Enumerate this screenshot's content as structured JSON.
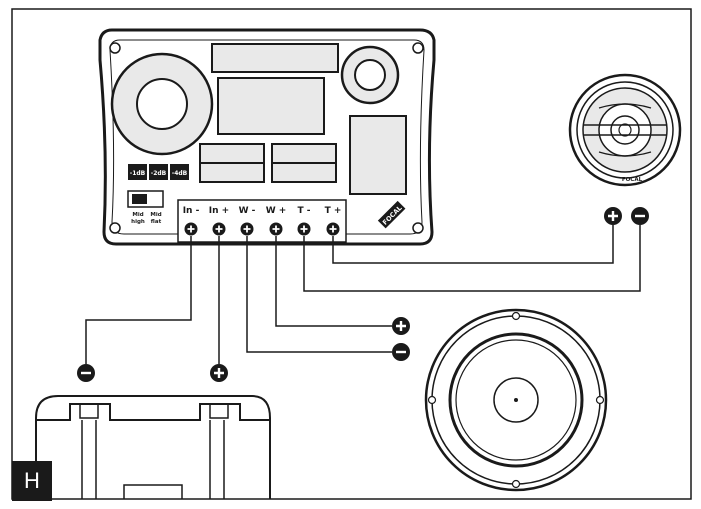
{
  "colors": {
    "ink": "#1a1a1a",
    "paper": "#ffffff",
    "accent": "#e9e9e9"
  },
  "crossover": {
    "brand": "FOCAL",
    "attenuation": [
      "-1dB",
      "-2dB",
      "-4dB"
    ],
    "switch_labels": [
      [
        "Mid",
        "high"
      ],
      [
        "Mid",
        "flat"
      ]
    ],
    "terminals": [
      "In -",
      "In +",
      "W -",
      "W +",
      "T -",
      "T +"
    ]
  },
  "tweeter": {
    "brand": "FOCAL"
  },
  "polarity": {
    "plus": "+",
    "minus": "−"
  },
  "figure_tag": "H"
}
